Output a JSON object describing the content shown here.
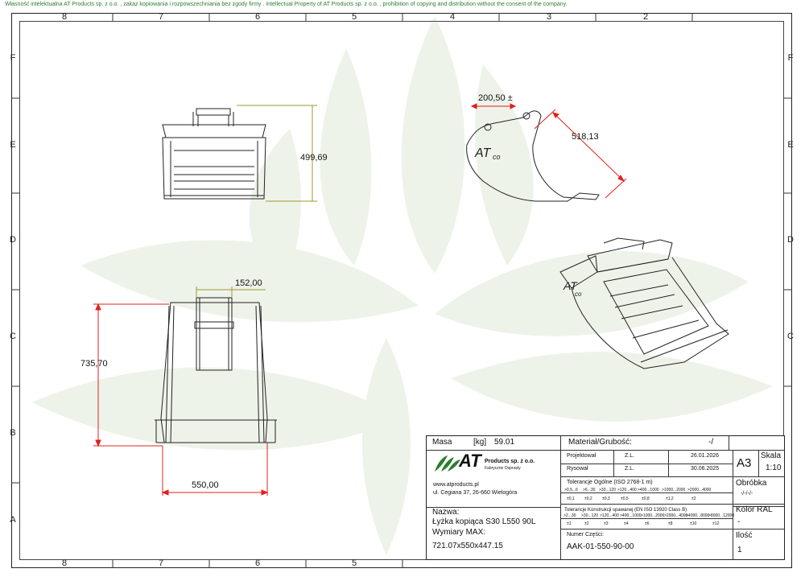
{
  "notice": "Własność intelektualna AT Products sp. z o.o. , zakaz kopiowania i rozpowszechniania bez zgody firmy . Intellectual Property of AT Products sp. z o.o. , prohibition of copying and distribution without the consent of the company.",
  "columns": [
    "8",
    "7",
    "6",
    "5",
    "4",
    "3",
    "2"
  ],
  "rows": [
    "F",
    "E",
    "D",
    "C",
    "B",
    "A"
  ],
  "dimensions": {
    "front_height": "499,69",
    "side_top": "200,50 ±",
    "side_diag": "518,13",
    "top_width_small": "152,00",
    "top_height": "735,70",
    "top_width": "550,00"
  },
  "title_block": {
    "masa_label": "Masa",
    "masa_unit": "[kg]",
    "masa_value": "59.01",
    "material_label": "Materiał/Grubość:",
    "material_value": "-/",
    "projektowal_label": "Projektował",
    "projektowal_name": "Z.L.",
    "projektowal_date": "26.01.2026",
    "rysowal_label": "Rysował",
    "rysowal_name": "Z.L.",
    "rysowal_date": "30.06.2025",
    "format": "A3",
    "skala_label": "Skala",
    "skala_value": "1:10",
    "company_name": "AT",
    "company_sub": "Products sp. z o.o.",
    "company_tag": "Fabryczne Osprzęty",
    "website": "www.atproducts.pl",
    "address": "ul. Cegiana 37, 26-660 Wielogóra",
    "tol_general": "Tolerancje Ogólne (ISO 2768-1 m)",
    "tol_general_ranges": [
      ">0,5...6",
      ">6...30",
      ">30...120",
      ">120...400",
      ">400...1000",
      ">1000...2000",
      ">2000...4000"
    ],
    "tol_general_values": [
      "±0,1",
      "±0,2",
      "±0,3",
      "±0,5",
      "±0,8",
      "±1,2",
      "±2"
    ],
    "tol_weld": "Tolerancje Konstrukcji spawanej (EN ISO 13920 Class B)",
    "tol_weld_ranges": [
      ">2...30",
      ">30...120",
      ">120...400",
      ">400...1000",
      ">1000...2000",
      ">2000...4000",
      ">4000...8000",
      ">8000...12000"
    ],
    "tol_weld_values": [
      "±1",
      "±2",
      "±3",
      "±4",
      "±6",
      "±8",
      "±10",
      "±12"
    ],
    "obrobka_label": "Obróbka",
    "obrobka_value": "-/-/-/-",
    "kolor_label": "Kolor RAL",
    "kolor_value": "-",
    "ilosc_label": "Ilość",
    "ilosc_value": "1",
    "nazwa_label": "Nazwa:",
    "nazwa_value": "Łyżka kopiąca S30 L550 90L",
    "wymiary_label": "Wymiary MAX:",
    "wymiary_value": "721.07x550x447.15",
    "numer_label": "Numer Części:",
    "numer_value": "AAK-01-550-90-00"
  },
  "colors": {
    "dim_red": "#e0201c",
    "dim_olive": "#9a9a2a",
    "logo_green": "#2e7d32"
  }
}
